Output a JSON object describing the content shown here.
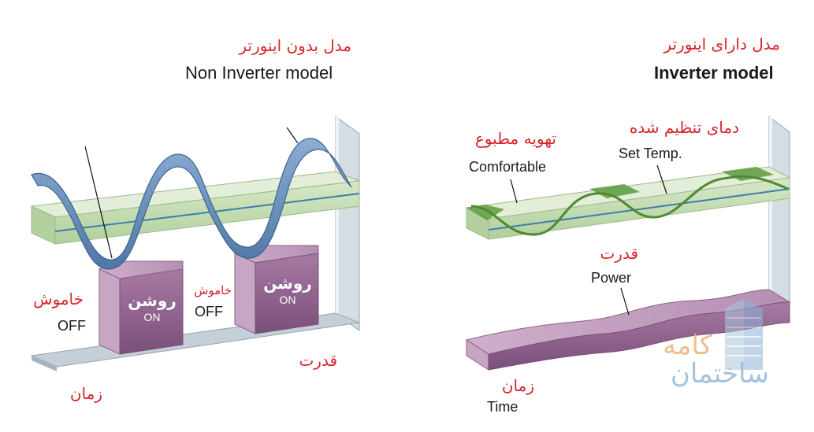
{
  "left": {
    "title_fa": "مدل بدون اینورتر",
    "title_en": "Non Inverter model",
    "off_left_fa": "خاموش",
    "off_left_en": "OFF",
    "off_mid_fa": "خاموش",
    "off_mid_en": "OFF",
    "on_fa": "روشن",
    "on_en": "ON",
    "power_fa": "قدرت",
    "time_fa": "زمان"
  },
  "right": {
    "title_fa": "مدل دارای اینورتر",
    "title_en": "Inverter model",
    "comfort_fa": "تهویه مطبوع",
    "comfort_en": "Comfortable",
    "settemp_fa": "دمای تنظیم شده",
    "settemp_en": "Set Temp.",
    "power_fa": "قدرت",
    "power_en": "Power",
    "time_fa": "زمان",
    "time_en": "Time"
  },
  "watermark": {
    "line1": "کامه",
    "line2": "ساختمان"
  },
  "colors": {
    "red_text": "#d8242a",
    "green_band": "#c4dcb4",
    "blue_wave": "#6d93bf",
    "green_wave": "#5c9a3e",
    "purple_block": "#9b6f98",
    "frame_gray": "#b7c4cf"
  }
}
